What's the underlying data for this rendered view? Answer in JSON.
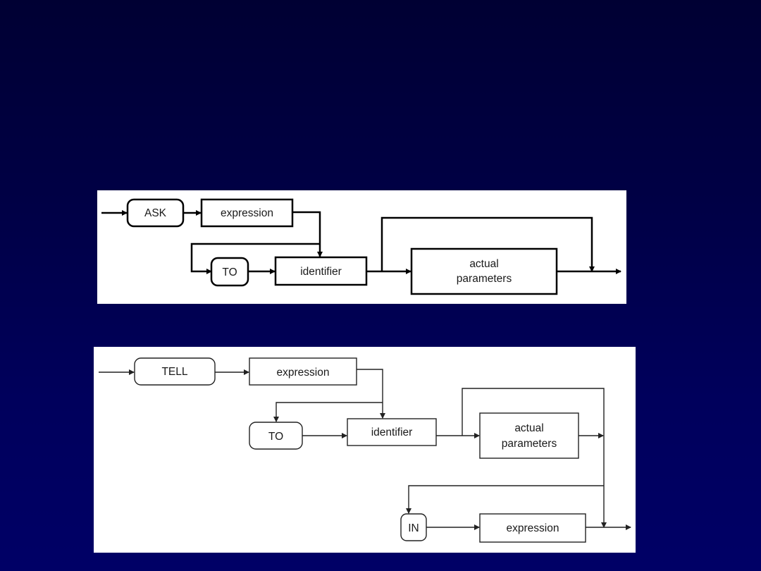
{
  "ask_diagram": {
    "title": "ASK statement syntax",
    "nodes": {
      "ask": "ASK",
      "expression": "expression",
      "to": "TO",
      "identifier": "identifier",
      "actual_parameters_line1": "actual",
      "actual_parameters_line2": "parameters"
    }
  },
  "tell_diagram": {
    "title": "TELL statement syntax",
    "nodes": {
      "tell": "TELL",
      "expression": "expression",
      "to": "TO",
      "identifier": "identifier",
      "actual_parameters_line1": "actual",
      "actual_parameters_line2": "parameters",
      "in": "IN",
      "in_expression": "expression"
    }
  },
  "colors": {
    "background_top": "#000033",
    "background_bottom": "#000066",
    "panel": "#ffffff",
    "line": "#000000"
  }
}
